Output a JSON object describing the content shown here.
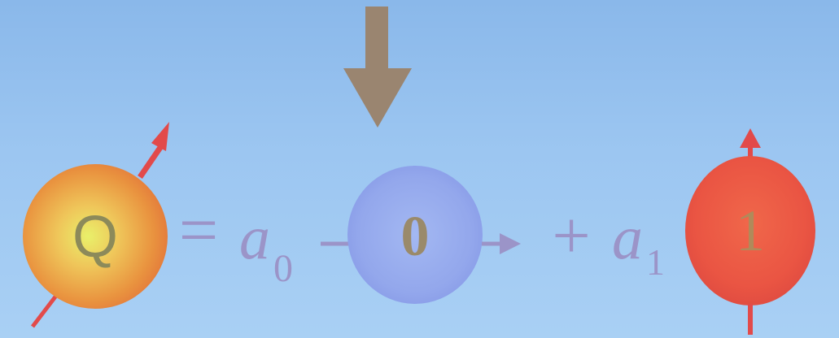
{
  "equation": {
    "q_label": "Q",
    "equals": "=",
    "coef0_base": "a",
    "coef0_sub": "0",
    "zero_label": "0",
    "plus": "+",
    "coef1_base": "a",
    "coef1_sub": "1",
    "one_label": "1"
  },
  "colors": {
    "background": "#9cc6f1",
    "q_sphere": "#e8a24a",
    "zero_sphere": "#93a7ec",
    "one_sphere": "#ec5a44",
    "spin_arrow": "#e24a4a",
    "down_arrow": "#9a8570",
    "operator_text": "#9b94c8"
  },
  "icons": {
    "down_arrow": "measurement-down-arrow-icon",
    "q_spin": "diagonal-spin-arrow-icon",
    "zero_spin": "horizontal-spin-arrow-icon",
    "one_spin": "vertical-spin-arrow-icon"
  }
}
